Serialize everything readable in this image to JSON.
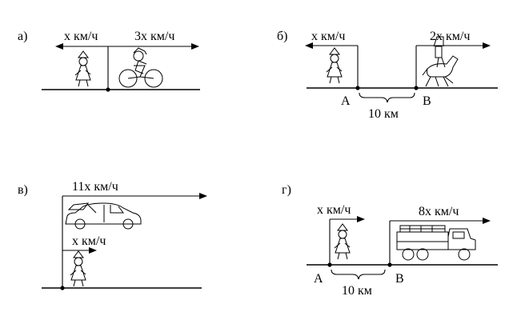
{
  "panels": {
    "a": {
      "letter": "а)",
      "speed_left": "х км/ч",
      "speed_right": "3х км/ч"
    },
    "b": {
      "letter": "б)",
      "speed_left": "х км/ч",
      "speed_right": "2х км/ч",
      "point_a": "А",
      "point_b": "В",
      "distance": "10 км"
    },
    "v": {
      "letter": "в)",
      "speed_top": "11х км/ч",
      "speed_bottom": "х км/ч"
    },
    "g": {
      "letter": "г)",
      "speed_left": "х км/ч",
      "speed_right": "8х км/ч",
      "point_a": "А",
      "point_b": "В",
      "distance": "10 км"
    }
  }
}
